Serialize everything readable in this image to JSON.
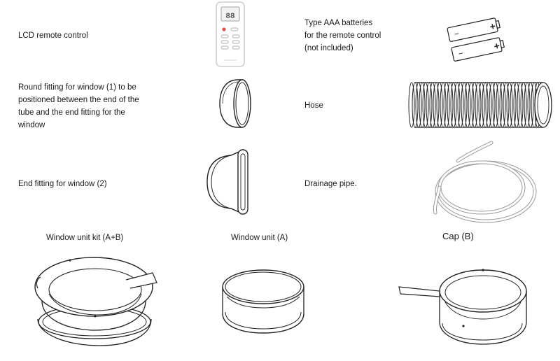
{
  "items": [
    {
      "label": "LCD remote control",
      "icon": "remote-control-icon"
    },
    {
      "label": "Type AAA batteries\nfor the remote control\n(not included)",
      "icon": "aaa-batteries-icon"
    },
    {
      "label": "Round fitting for window (1) to be\npositioned between the end of the\ntube and the end fitting for the\nwindow",
      "icon": "round-fitting-icon"
    },
    {
      "label": "Hose",
      "icon": "hose-icon"
    },
    {
      "label": "End fitting for window (2)",
      "icon": "end-fitting-icon"
    },
    {
      "label": "Drainage pipe.",
      "icon": "drainage-pipe-icon"
    }
  ],
  "remote": {
    "display": "88"
  },
  "batteries": {
    "plus": "+",
    "minus": "−"
  },
  "kits": [
    {
      "caption": "Window unit kit (A+B)",
      "icon": "window-unit-kit-icon"
    },
    {
      "caption": "Window unit (A)",
      "icon": "window-unit-icon"
    },
    {
      "caption": "Cap (B)",
      "icon": "cap-icon"
    }
  ]
}
